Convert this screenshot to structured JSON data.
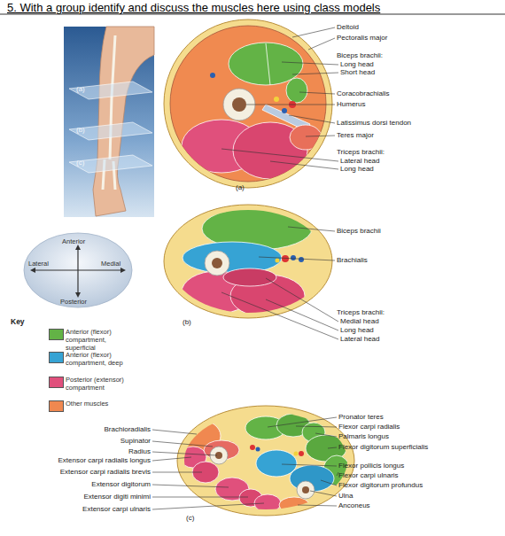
{
  "diagram": {
    "title": "5. With a group identify and discuss the muscles here using class models",
    "nodes": [
      {
        "text": [
          "Anterior",
          "Lateral",
          "Medial",
          "Posterior"
        ]
      }
    ],
    "labels": [
      "Deltoid",
      "Pectoralis major",
      "Biceps brachii:",
      "Long head",
      "Short head",
      "Coracobrachialis",
      "Humerus",
      "Latissimus dorsi tendon",
      "Teres major",
      "Triceps brachii:",
      "Lateral head",
      "Long head",
      "(a)",
      "(b)",
      "(c)",
      "(a)",
      "Biceps brachii",
      "Brachialis",
      "Triceps brachii:",
      "Medial head",
      "Long head",
      "Lateral head",
      "(b)",
      "Key",
      "Brachioradialis",
      "Supinator",
      "Radius",
      "Extensor carpi radialis longus",
      "Extensor carpi radialis brevis",
      "Extensor digitorum",
      "Extensor digiti minimi",
      "Extensor carpi ulnaris",
      "Pronator teres",
      "Flexor carpi radialis",
      "Palmaris longus",
      "Flexor digitorum superficialis",
      "Flexor pollicis longus",
      "Flexor carpi ulnaris",
      "Flexor digitorum profundus",
      "Ulna",
      "Anconeus",
      "(c)"
    ],
    "legend": [
      {
        "text": "Anterior (flexor) compartment, superficial",
        "color": "#63b346"
      },
      {
        "text": "Anterior (flexor) compartment, deep",
        "color": "#36a3d4"
      },
      {
        "text": "Posterior (extensor) compartment",
        "color": "#e0507c"
      },
      {
        "text": "Other muscles",
        "color": "#f08850"
      }
    ]
  }
}
